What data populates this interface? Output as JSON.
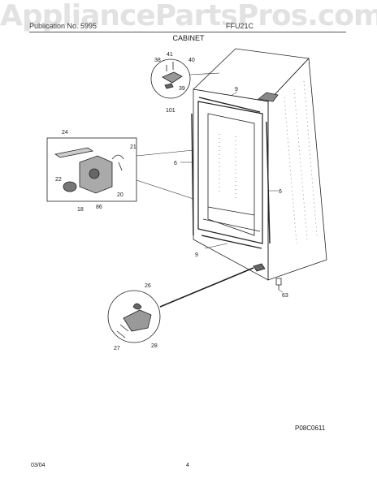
{
  "watermark": "AppliancePartsPros.com",
  "header": {
    "left_text": "Publication No. 5995",
    "model_text": "FFU21C"
  },
  "section_title": "CABINET",
  "callouts": {
    "p41": "41",
    "p38": "38",
    "p40": "40",
    "p39": "39",
    "p101": "101",
    "p9_top": "9",
    "p24": "24",
    "p21": "21",
    "p22": "22",
    "p20": "20",
    "p18": "18",
    "p86": "86",
    "p6_left": "6",
    "p6_right": "6",
    "p9_bottom": "9",
    "p63": "63",
    "p26": "26",
    "p27": "27",
    "p28": "28"
  },
  "drawing_number": "P08C0611",
  "footer": {
    "date": "03/04",
    "page": "4"
  }
}
